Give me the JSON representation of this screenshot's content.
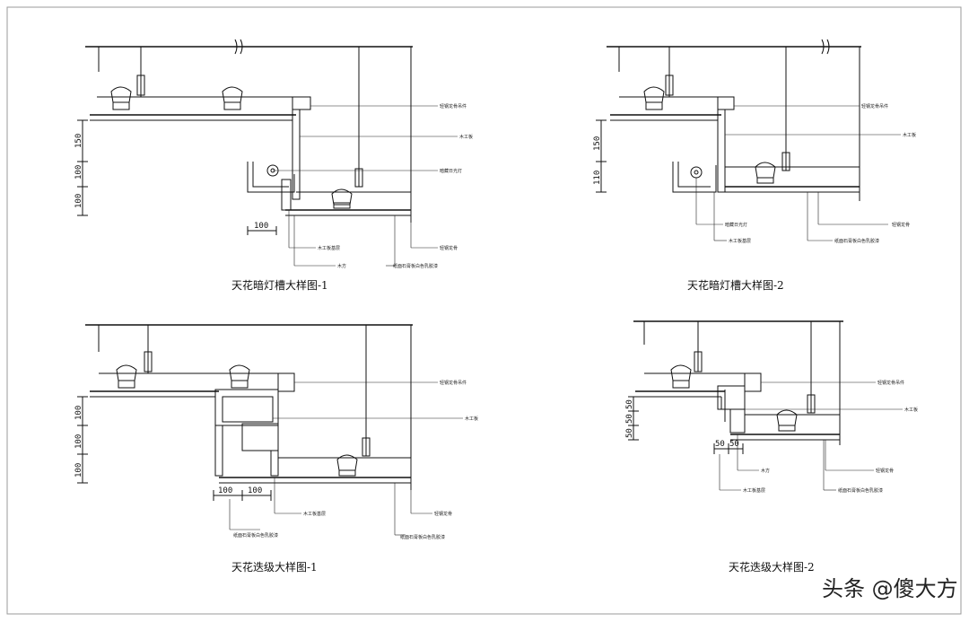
{
  "details": [
    {
      "title": "天花暗灯槽大样图-1",
      "dims_v": [
        "150",
        "100",
        "100"
      ],
      "dims_h": [
        "100"
      ],
      "labels": [
        "轻钢龙骨吊件",
        "木工板",
        "暗藏日光灯",
        "木工板基层",
        "木方",
        "纸面石膏板白色乳胶漆",
        "轻钢龙骨"
      ]
    },
    {
      "title": "天花暗灯槽大样图-2",
      "dims_v": [
        "150",
        "110"
      ],
      "dims_h": [],
      "labels": [
        "轻钢龙骨吊件",
        "木工板",
        "暗藏日光灯",
        "木工板基层",
        "纸面石膏板白色乳胶漆",
        "轻钢龙骨"
      ]
    },
    {
      "title": "天花迭级大样图-1",
      "dims_v": [
        "100",
        "100",
        "100"
      ],
      "dims_h": [
        "100",
        "100"
      ],
      "labels": [
        "轻钢龙骨吊件",
        "木工板",
        "木工板基层",
        "纸面石膏板白色乳胶漆",
        "轻钢龙骨",
        "纸面石膏板白色乳胶漆"
      ]
    },
    {
      "title": "天花迭级大样图-2",
      "dims_v": [
        "50",
        "50",
        "50"
      ],
      "dims_h": [
        "50",
        "50"
      ],
      "labels": [
        "轻钢龙骨吊件",
        "木工板",
        "木方",
        "轻钢龙骨",
        "木工板基层",
        "纸面石膏板白色乳胶漆"
      ]
    }
  ],
  "watermark": "头条 @傻大方"
}
